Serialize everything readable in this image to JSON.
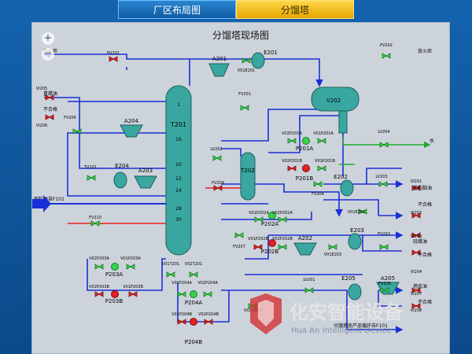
{
  "tabs": [
    {
      "label": "厂区布局图",
      "active": false
    },
    {
      "label": "分馏塔",
      "active": true
    }
  ],
  "zoom": {
    "in": "+",
    "out": "−"
  },
  "title": "分馏塔现场图",
  "outer_labels": {
    "flare_left": "放火炬",
    "flare_right": "放火炬",
    "heavy_oil": "重蜡油",
    "reject1": "不合格",
    "feed": "原料油自F101",
    "water": "水",
    "heavy_gasoline": "重石脑油",
    "reject2": "不合格",
    "light_wax": "轻蜡油",
    "reject3": "不合格",
    "tower_bottom": "塔底油",
    "reject4": "不合格",
    "bottom_product": "分馏塔底产品循环去F101"
  },
  "equipment": {
    "tower": "T201",
    "tower2": "T202",
    "drum": "V202",
    "cooler_top": "A201",
    "hx_top": "E201",
    "cooler2": "A204",
    "hx_e204": "E204",
    "cooler3": "A203",
    "hx_e202": "E202",
    "cooler4": "A202",
    "hx_e203": "E203",
    "hx_e205": "E205",
    "cooler5": "A205"
  },
  "tray_labels": [
    "1",
    "16",
    "20",
    "22",
    "24",
    "28",
    "30"
  ],
  "pumps": {
    "p201a": "P201A",
    "p201b": "P201B",
    "p202a": "P202A",
    "p202b": "P202B",
    "p203a": "P203A",
    "p203b": "P203B",
    "p204a": "P204A",
    "p204b": "P204B"
  },
  "valves": {
    "pv201": "PV201",
    "v01e201": "V01E201",
    "vi205": "VI205",
    "vi206": "VI206",
    "fv206": "FV206",
    "fv201": "FV201",
    "pv202": "PV202",
    "v02p201a": "V02P201A",
    "v01p201a": "V01P201A",
    "v02p201b": "V02P201B",
    "v01p201b": "V01P201B",
    "lv204": "LV204",
    "lv202": "LV202",
    "tv101": "TV101",
    "fv209": "FV209",
    "lv203": "LV203",
    "vi201": "VI201",
    "vi202": "VI202",
    "v01e202": "V01E202",
    "fv204": "FV204",
    "fv210": "FV210",
    "v01p202a": "V01P202A",
    "v02p202a": "V02P202A",
    "v01p202b": "V01P202B",
    "v02p202b": "V02P202B",
    "fv207": "FV207",
    "v01e203": "V01E203",
    "fv203": "FV203",
    "vi203": "VI203",
    "vi204": "VI204",
    "v02p203a": "V02P203A",
    "v01p203a": "V01P203A",
    "v02p203b": "V02P203B",
    "v01p203b": "V01P203B",
    "v01t201": "V01T201",
    "v02t201": "V02T201",
    "v01p204a": "V01P204A",
    "v02p204a": "V02P204A",
    "v01p204b": "V01P204B",
    "v02p204b": "V02P204B",
    "lv201": "LV201",
    "v02p204": "V02P204",
    "fv205": "FV205",
    "vi207": "VI207",
    "vi208": "VI208"
  },
  "brand": {
    "cn": "化安智能设备",
    "en": "Hua An Intelligent Device"
  },
  "colors": {
    "pipe": "#1a2fd8",
    "hot": "#e62020",
    "green": "#1eaa2e",
    "valve_green": "#38d24a",
    "equipment": "#3aa6a0",
    "tab_active": "#f0b400"
  }
}
